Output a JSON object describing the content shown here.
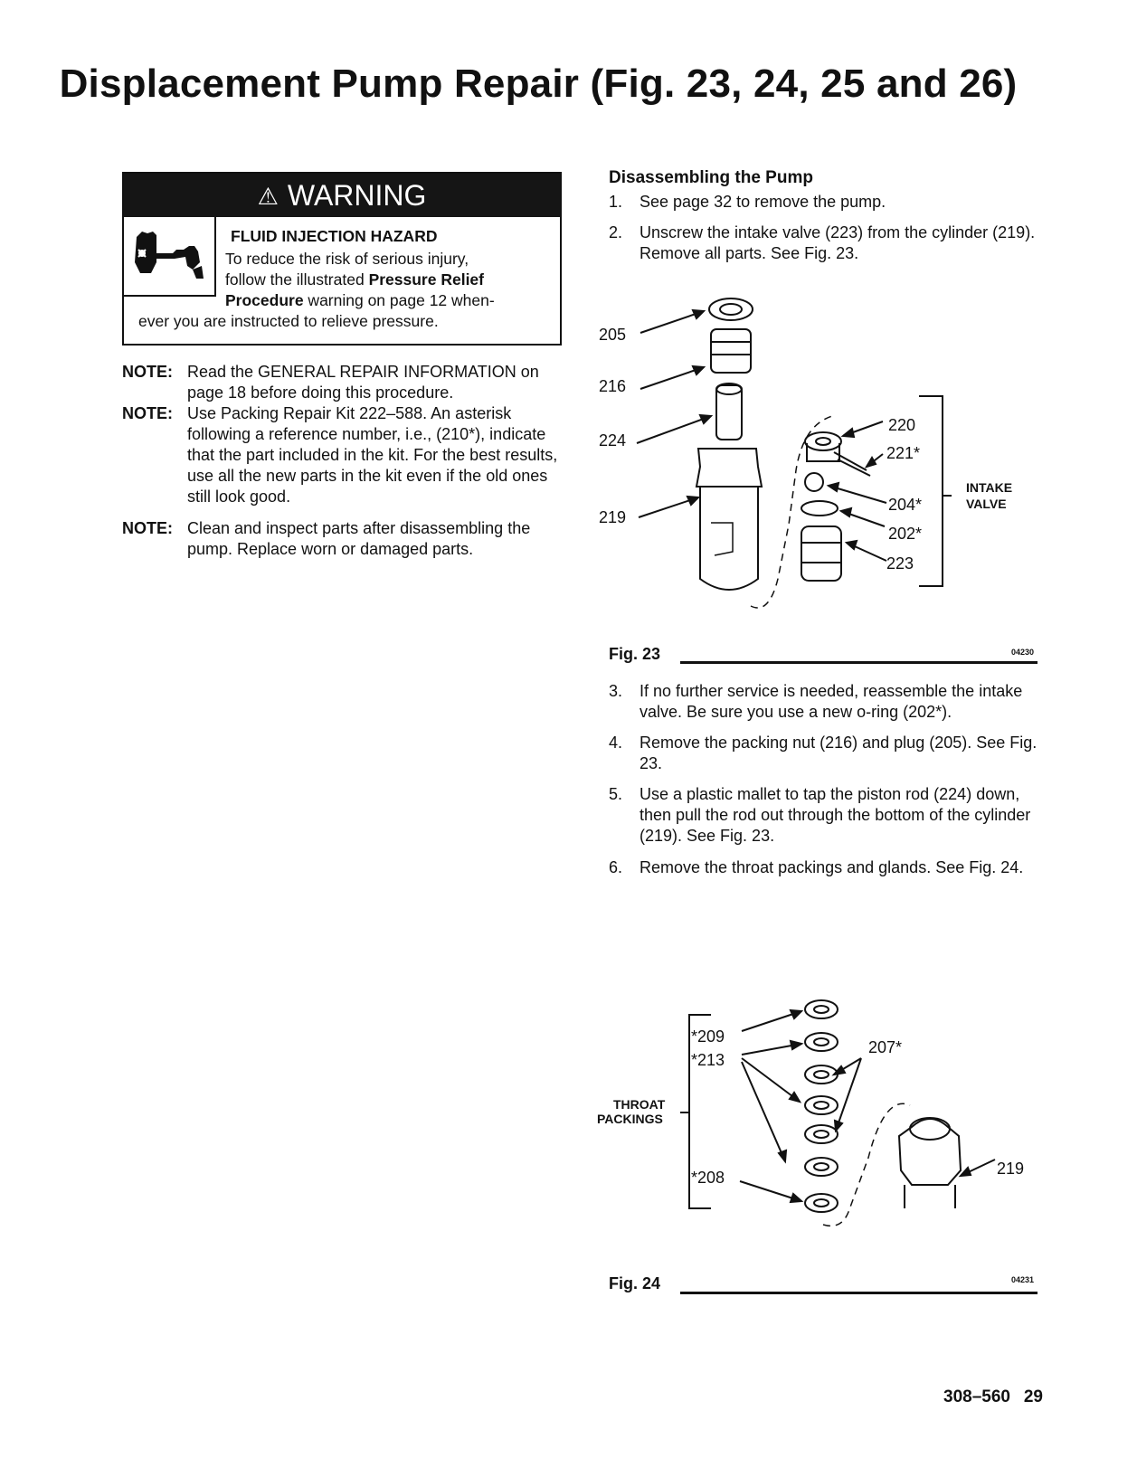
{
  "title": "Displacement Pump Repair (Fig. 23, 24, 25 and 26)",
  "warning": {
    "header": "WARNING",
    "hazard_title": "FLUID INJECTION HAZARD",
    "text_line1": "To reduce the risk of serious injury,",
    "text_line2_pre": "follow the illustrated ",
    "text_line2_bold": "Pressure Relief",
    "text_line3_bold": "Procedure",
    "text_line3_post": " warning on page 12 when-",
    "text_line4": "ever you are instructed to relieve pressure."
  },
  "notes": [
    {
      "label": "NOTE:",
      "text": "Read the GENERAL REPAIR INFORMATION on page 18 before doing this procedure."
    },
    {
      "label": "NOTE:",
      "text": "Use Packing Repair Kit 222–588. An asterisk following a reference number, i.e., (210*), indicate that the part included in the kit. For the best results, use all the new parts in the kit even if the old ones still look good."
    },
    {
      "label": "NOTE:",
      "text": "Clean and inspect parts after disassembling the pump. Replace worn or damaged parts."
    }
  ],
  "section_heading": "Disassembling the Pump",
  "steps": [
    {
      "num": "1.",
      "text": "See page 32 to remove the pump."
    },
    {
      "num": "2.",
      "text": "Unscrew the intake valve (223) from the cylinder (219). Remove all parts. See Fig. 23."
    },
    {
      "num": "3.",
      "text": "If no further service is needed, reassemble the intake valve. Be sure you use a new o-ring (202*)."
    },
    {
      "num": "4.",
      "text": "Remove the packing nut (216) and plug (205). See Fig. 23."
    },
    {
      "num": "5.",
      "text": "Use a plastic mallet to tap the piston rod (224) down, then pull the rod out through the bottom of the cylinder (219). See Fig. 23."
    },
    {
      "num": "6.",
      "text": "Remove the throat packings and glands. See Fig. 24."
    }
  ],
  "fig23": {
    "label": "Fig. 23",
    "code": "04230",
    "callouts": {
      "c205": "205",
      "c216": "216",
      "c224": "224",
      "c219": "219",
      "c220": "220",
      "c221": "221*",
      "c204": "204*",
      "c202": "202*",
      "c223": "223",
      "intake1": "INTAKE",
      "intake2": "VALVE"
    }
  },
  "fig24": {
    "label": "Fig. 24",
    "code": "04231",
    "callouts": {
      "c209": "*209",
      "c213": "*213",
      "c208": "*208",
      "c207": "207*",
      "c219": "219",
      "throat1": "THROAT",
      "throat2": "PACKINGS"
    }
  },
  "footer": {
    "doc_number": "308–560",
    "page_number": "29"
  }
}
